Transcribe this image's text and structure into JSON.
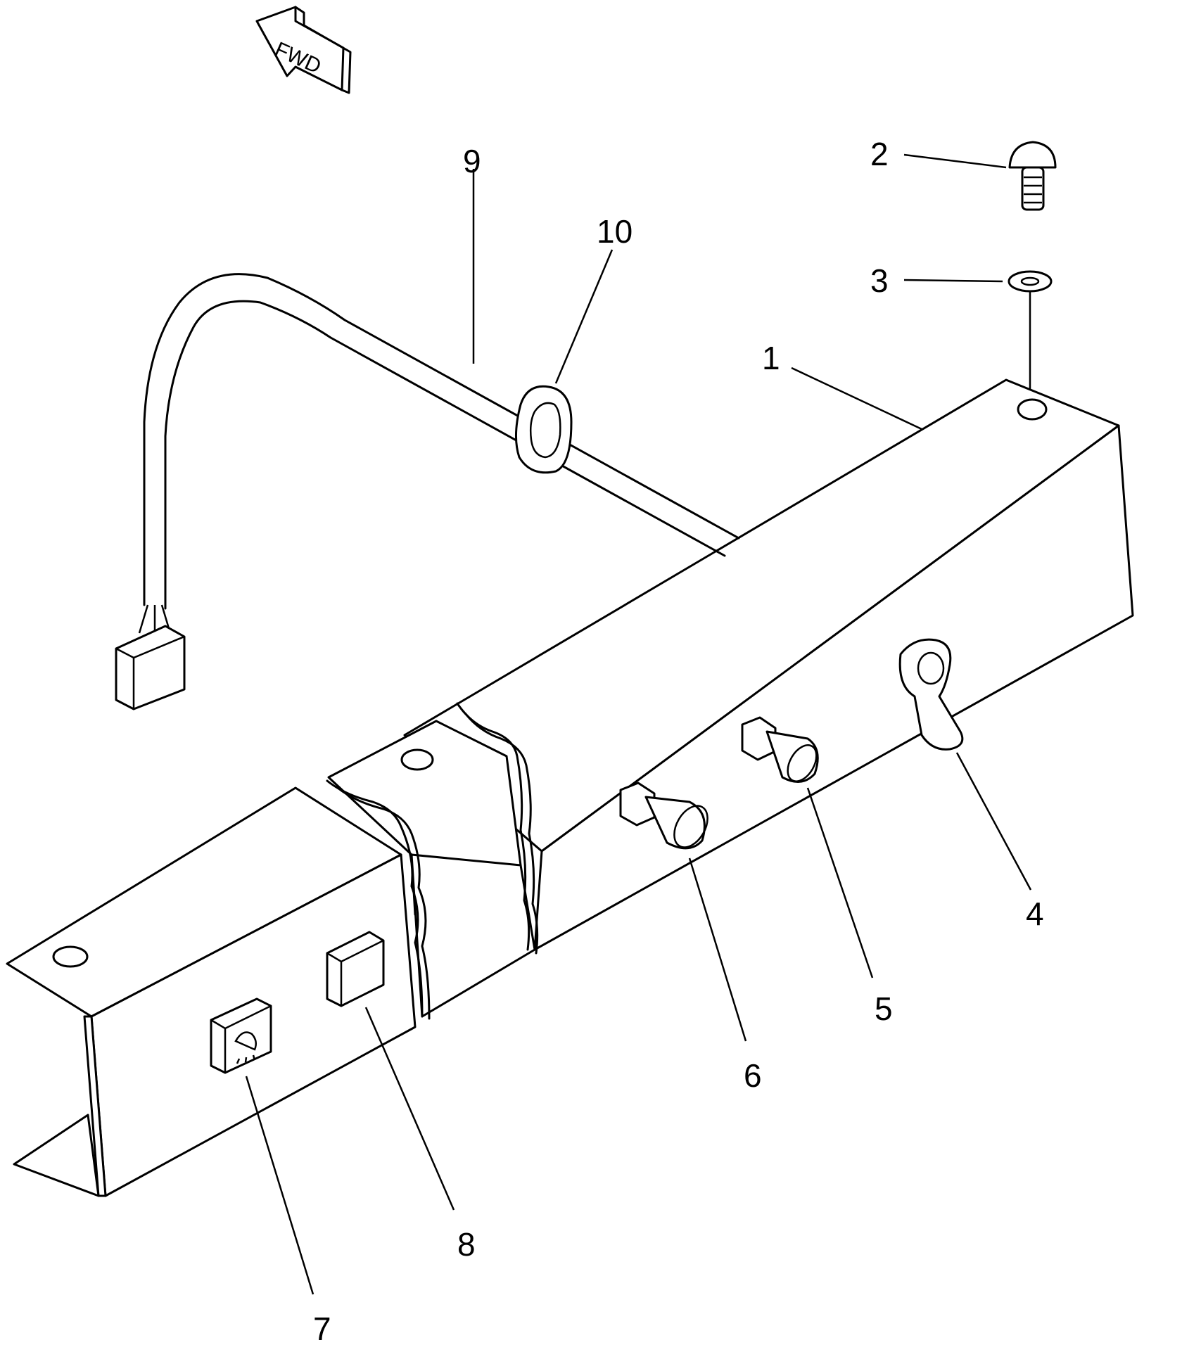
{
  "direction_marker": {
    "text": "FWD"
  },
  "callouts": [
    {
      "id": "1",
      "text": "1"
    },
    {
      "id": "2",
      "text": "2"
    },
    {
      "id": "3",
      "text": "3"
    },
    {
      "id": "4",
      "text": "4"
    },
    {
      "id": "5",
      "text": "5"
    },
    {
      "id": "6",
      "text": "6"
    },
    {
      "id": "7",
      "text": "7"
    },
    {
      "id": "8",
      "text": "8"
    },
    {
      "id": "9",
      "text": "9"
    },
    {
      "id": "10",
      "text": "10"
    }
  ],
  "icons": {
    "switch_symbol": "lamp-icon"
  }
}
